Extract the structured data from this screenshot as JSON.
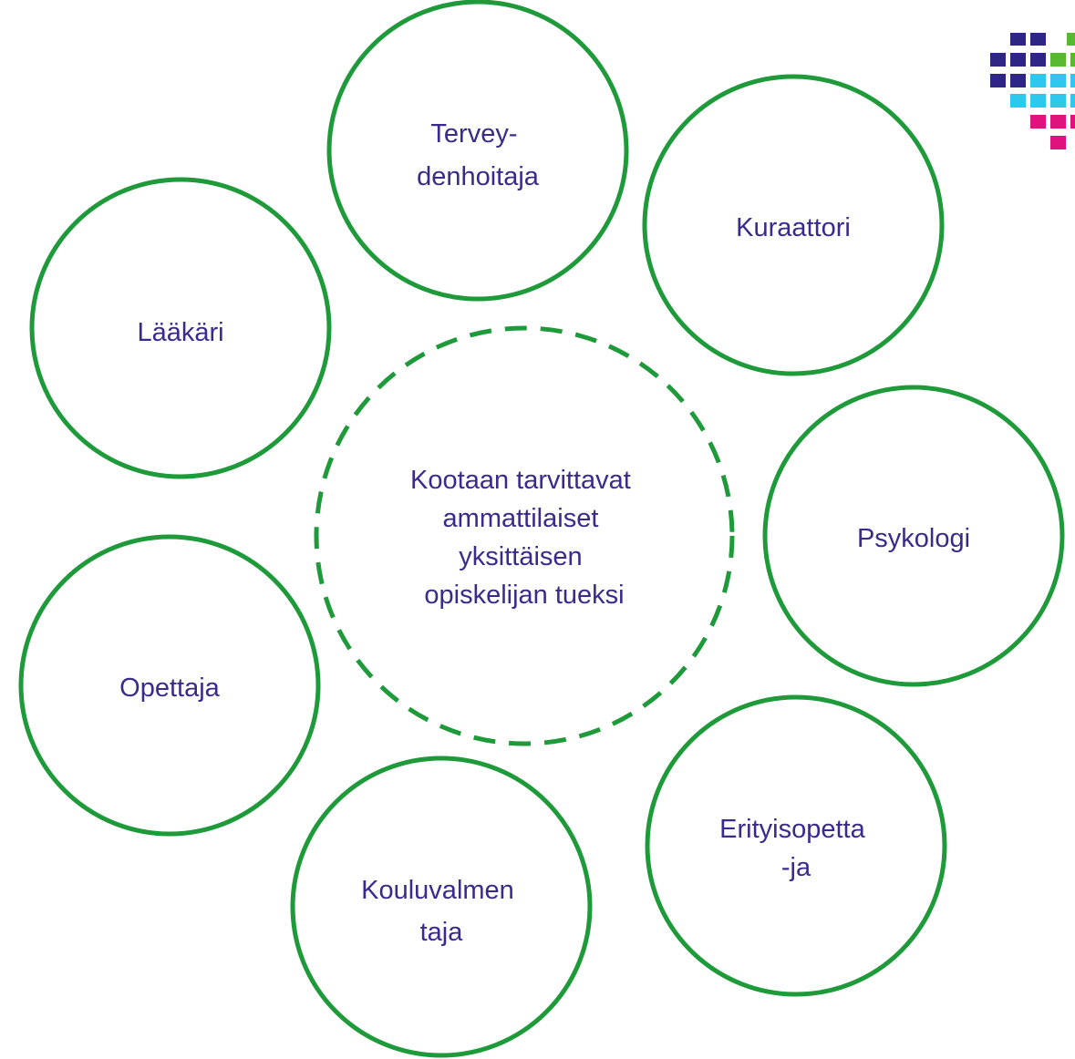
{
  "center": {
    "lines": [
      "Kootaan tarvittavat",
      "ammattilaiset",
      "yksittäisen",
      "opiskelijan tueksi"
    ]
  },
  "nodes": [
    {
      "id": "terveydenhoitaja",
      "lines": [
        "Tervey-",
        "denhoitaja"
      ]
    },
    {
      "id": "kuraattori",
      "lines": [
        "Kuraattori"
      ]
    },
    {
      "id": "laakari",
      "lines": [
        "Lääkäri"
      ]
    },
    {
      "id": "psykologi",
      "lines": [
        "Psykologi"
      ]
    },
    {
      "id": "opettaja",
      "lines": [
        "Opettaja"
      ]
    },
    {
      "id": "erityisopettaja",
      "lines": [
        "Erityisopetta",
        "-ja"
      ]
    },
    {
      "id": "kouluvalmentaja",
      "lines": [
        "Kouluvalmen",
        "taja"
      ]
    }
  ],
  "colors": {
    "ring": "#1e9a3a",
    "text": "#3b2a8c",
    "logo_navy": "#2e2585",
    "logo_green": "#58b82e",
    "logo_cyan": "#2ec8ef",
    "logo_magenta": "#e0127d"
  },
  "logo": {
    "icon": "pixel-heart-logo"
  }
}
